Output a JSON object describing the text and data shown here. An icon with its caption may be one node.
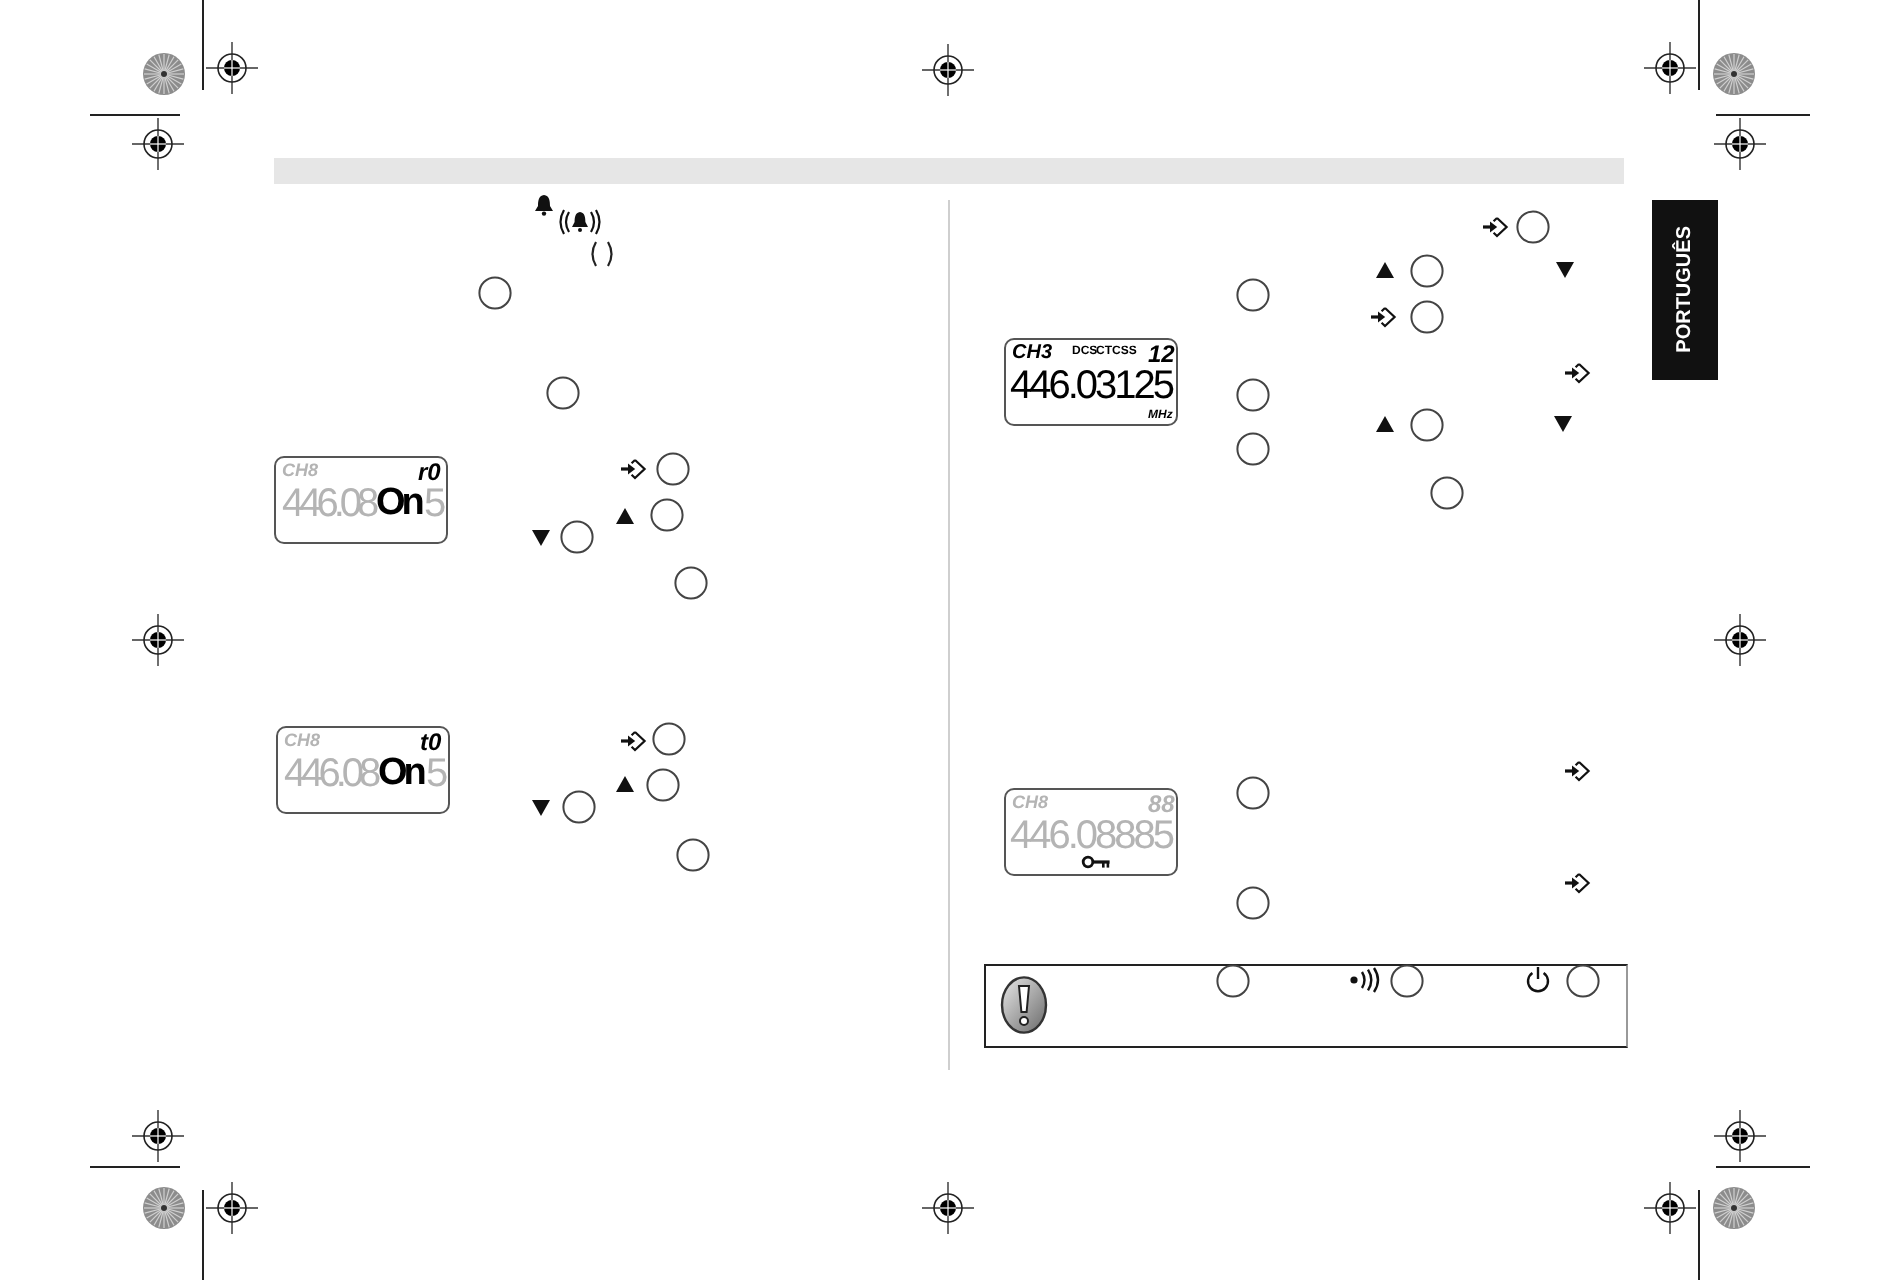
{
  "diagram": {
    "nodes": [
      {
        "text": [
          "CH8",
          "r0",
          "446.08",
          "On",
          "5"
        ]
      },
      {
        "text": [
          "CH8",
          "t0",
          "446.08",
          "On",
          "5"
        ]
      },
      {
        "text": [
          "CH3",
          "DCS",
          "CTCSS",
          "12",
          "446.03125",
          "MHz"
        ]
      },
      {
        "text": [
          "CH8",
          "88",
          "446.08885"
        ]
      },
      {
        "text": [
          "PORTUGUÊS"
        ]
      }
    ]
  }
}
